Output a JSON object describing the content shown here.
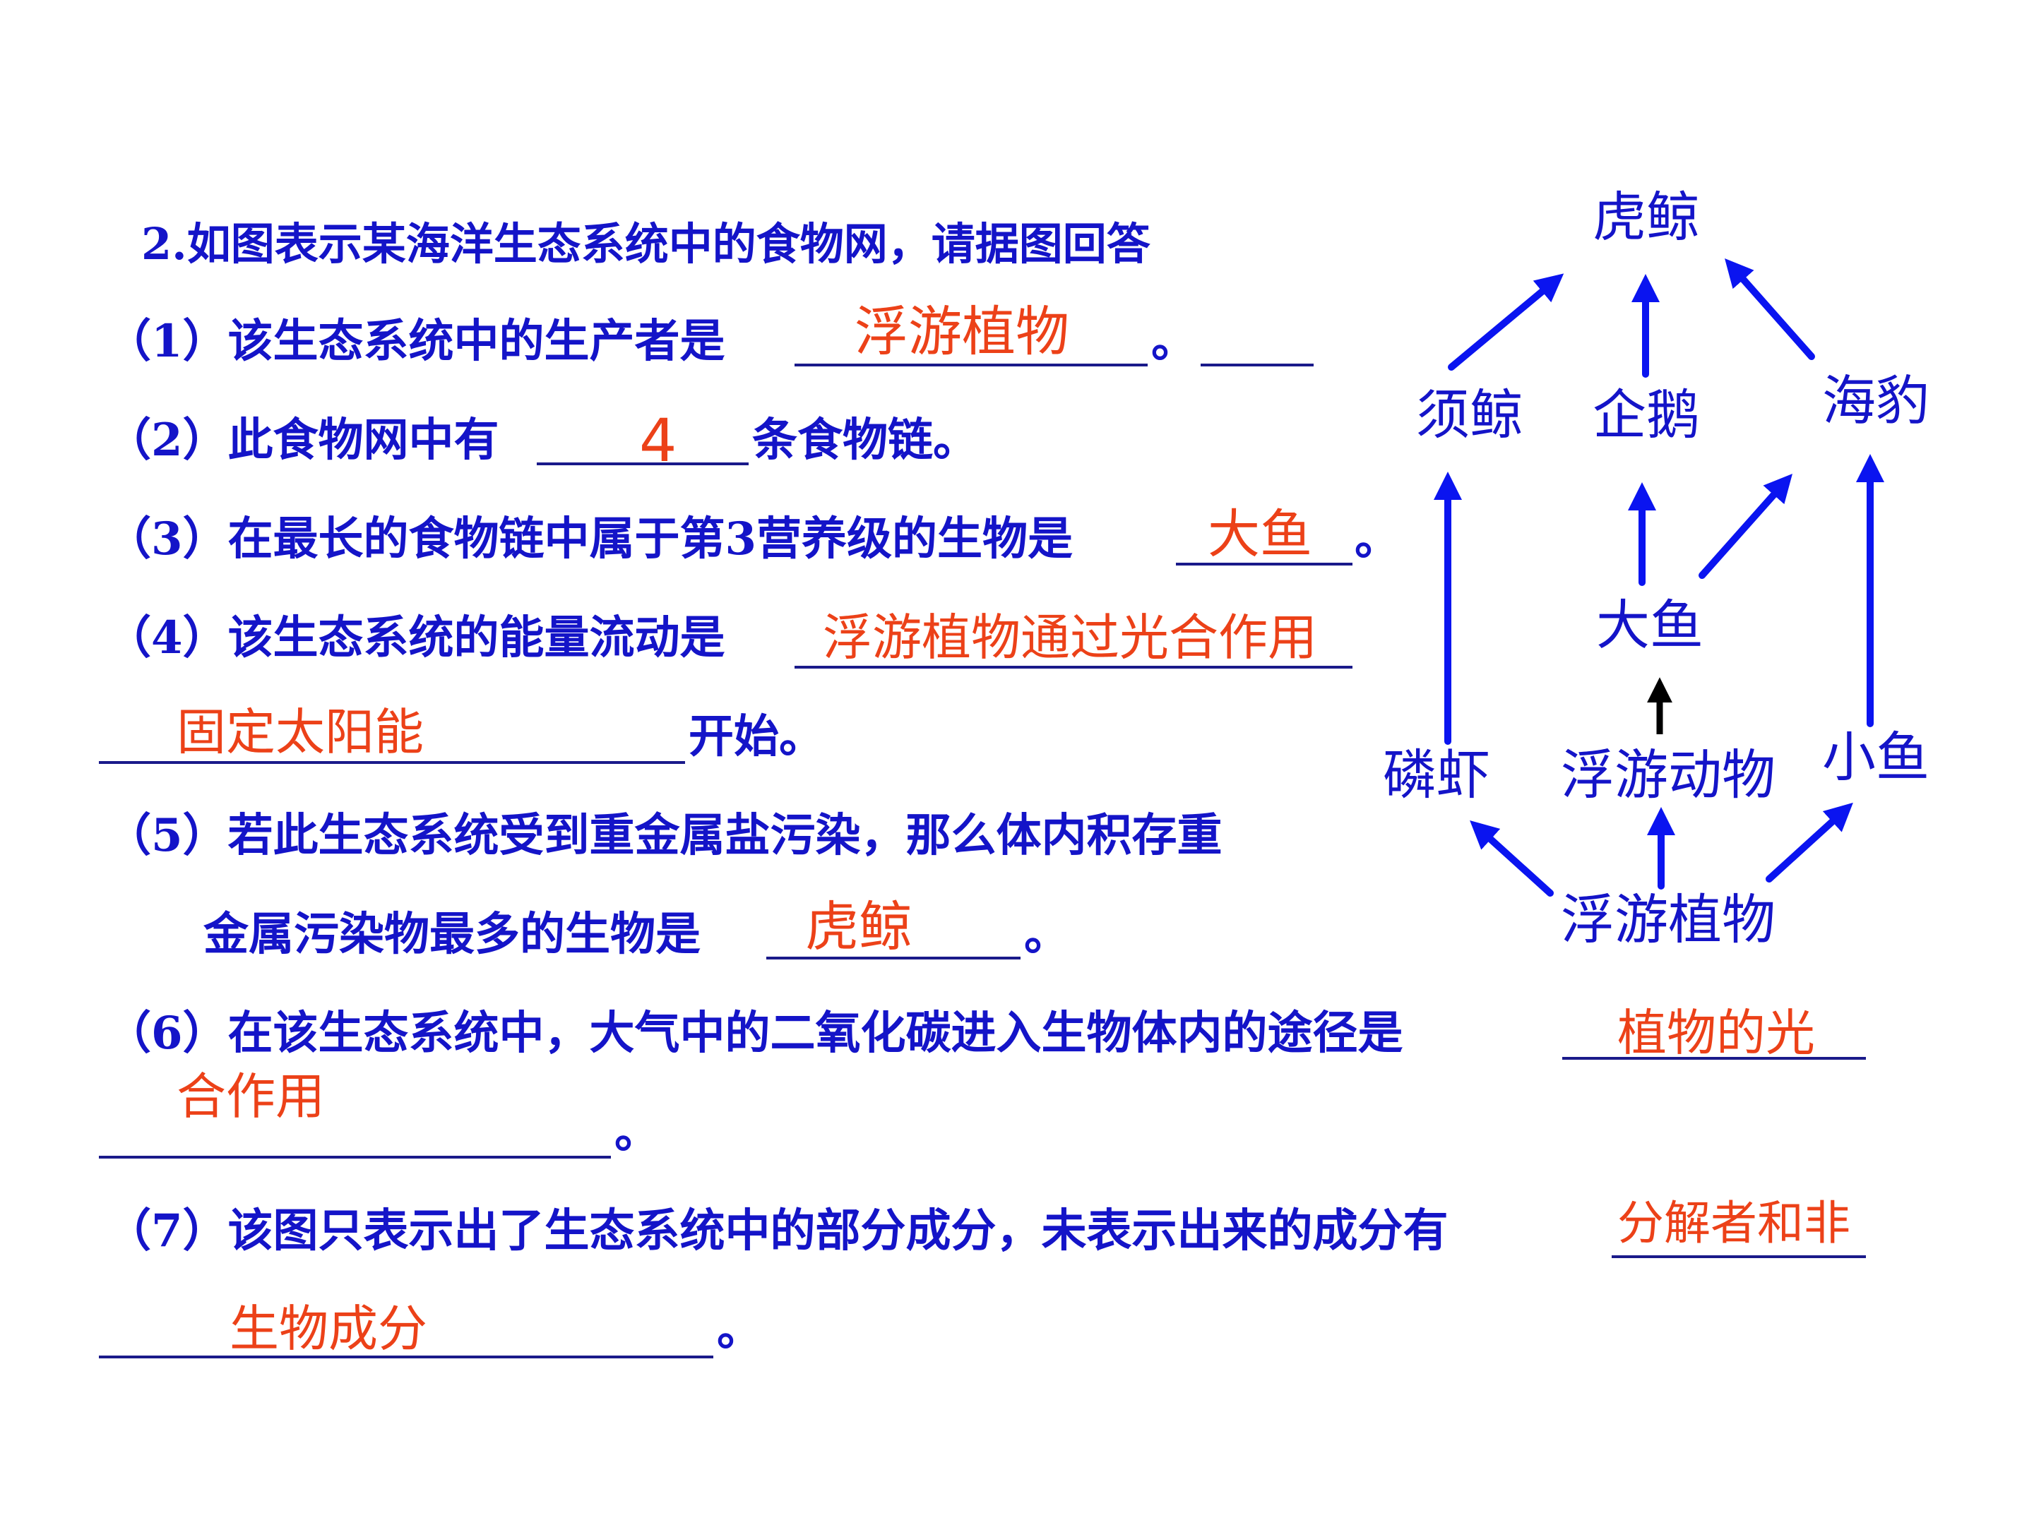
{
  "question": {
    "title": "2.如图表示某海洋生态系统中的食物网，请据图回答",
    "q1": {
      "before": "（1）该生态系统中的生产者是",
      "after": "。",
      "answer": "浮游植物"
    },
    "q2": {
      "before": "（2）此食物网中有",
      "after": "条食物链。",
      "answer": "4"
    },
    "q3": {
      "before": "（3）在最长的食物链中属于第3营养级的生物是",
      "after": "。",
      "answer": "大鱼"
    },
    "q4": {
      "before": "（4）该生态系统的能量流动是",
      "answer_line1": "浮游植物通过光合作用",
      "answer_line2": "固定太阳能",
      "after": "开始。"
    },
    "q5": {
      "line1": "（5）若此生态系统受到重金属盐污染，那么体内积存重",
      "line2": "金属污染物最多的生物是",
      "after": "。",
      "answer": "虎鲸"
    },
    "q6": {
      "before": "（6）在该生态系统中，大气中的二氧化碳进入生物体内的途径是",
      "answer_line1": "植物的光",
      "answer_line2": "合作用",
      "after": "。"
    },
    "q7": {
      "before": "（7）该图只表示出了生态系统中的部分成分，未表示出来的成分有",
      "answer_line1": "分解者和非",
      "answer_line2": "生物成分",
      "after": "。"
    }
  },
  "food_web": {
    "nodes": {
      "orca": "虎鲸",
      "baleen_whale": "须鲸",
      "penguin": "企鹅",
      "seal": "海豹",
      "big_fish": "大鱼",
      "krill": "磷虾",
      "zooplankton": "浮游动物",
      "small_fish": "小鱼",
      "phytoplankton": "浮游植物"
    },
    "arrow_color": "#0a14f0",
    "highlight_arrow_color": "#000000"
  },
  "colors": {
    "question_text": "#1414c8",
    "answer_text": "#ec4118"
  }
}
